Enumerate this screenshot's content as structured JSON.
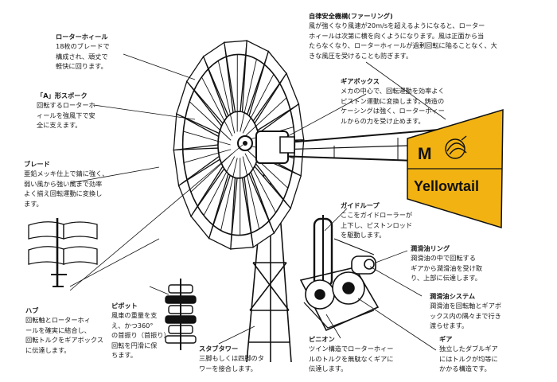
{
  "diagram": {
    "brand": {
      "logo_letter": "M",
      "logo_text": "Yellowtail",
      "colors": {
        "vane": "#f2b312",
        "ink": "#111111",
        "paper": "#ffffff"
      }
    },
    "labels": [
      {
        "id": "rotor",
        "title": "ローターホィール",
        "text": "18枚のブレードで\n構成され、頑丈で\n軽快に回ります。"
      },
      {
        "id": "spoke",
        "title": "「A」形スポーク",
        "text": "回転するローターホ\nィールを強風下で安\n全に支えます。"
      },
      {
        "id": "blade",
        "title": "ブレード",
        "text": "亜鉛メッキ仕上で錆に強く、\n弱い風から強い風まで効率\nよく揃え回転運動に変換し\nます。"
      },
      {
        "id": "hub",
        "title": "ハブ",
        "text": "回転軸とローターホィ\nールを確実に結合し、\n回転トルクをギアボックス\nに伝達します。"
      },
      {
        "id": "pivot",
        "title": "ピボット",
        "text": "風車の重量を支\nえ、かつ360°\nの首振り（首振り）\n回転を円滑に保\nちます。"
      },
      {
        "id": "tower",
        "title": "スタブタワー",
        "text": "三脚もしくは四脚のタ\nワーを接合します。"
      },
      {
        "id": "furling",
        "title": "自律安全機構(ファーリング)",
        "text": "風が強くなり風速が20m/sを超えるようになると、ローター\nホィールは次第に横を向くようになります。風は正面から当\nたらなくなり、ローターホィールが過剰回転に陥ることなく、大\nきな風圧を受けることも防ぎます。"
      },
      {
        "id": "gearbox",
        "title": "ギアボックス",
        "text": "メカの中心で、回転運動を効率よく\nピストン運動に変換します。鋳造の\nケーシングは強く、ローターホィー\nルからの力を受け止めます。"
      },
      {
        "id": "guide",
        "title": "ガイドループ",
        "text": "ここをガイドローラーが\n上下し、ピストンロッド\nを駆動します。"
      },
      {
        "id": "oil-ring",
        "title": "潤滑油リング",
        "text": "潤滑油の中で回転する\nギアから潤滑油を受け取\nり、上部に伝達します。"
      },
      {
        "id": "oil-sys",
        "title": "潤滑油システム",
        "text": "潤滑油を回転軸とギアボ\nックス内の隅々まで行き\n渡らせます。"
      },
      {
        "id": "pinion",
        "title": "ピニオン",
        "text": "ツイン構造でローターホィー\nルのトルクを無駄なくギアに\n伝達します。"
      },
      {
        "id": "gear",
        "title": "ギア",
        "text": "独立したダブルギア\nにはトルクが均等に\nかかる構造です。"
      }
    ]
  }
}
